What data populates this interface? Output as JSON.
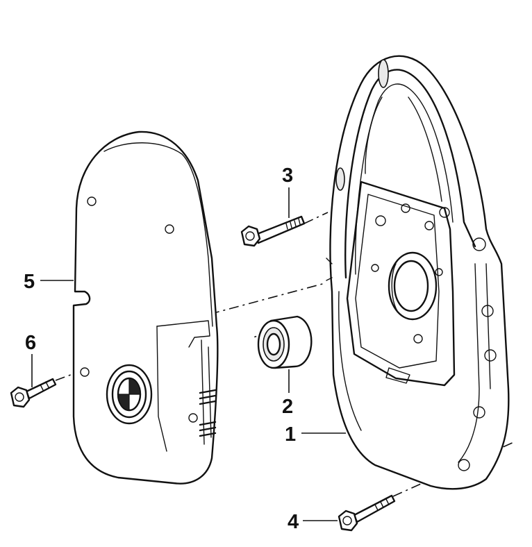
{
  "callouts": {
    "housing": "1",
    "seal": "2",
    "upper_bolt": "3",
    "lower_bolt": "4",
    "cover": "5",
    "cover_bolt": "6"
  }
}
